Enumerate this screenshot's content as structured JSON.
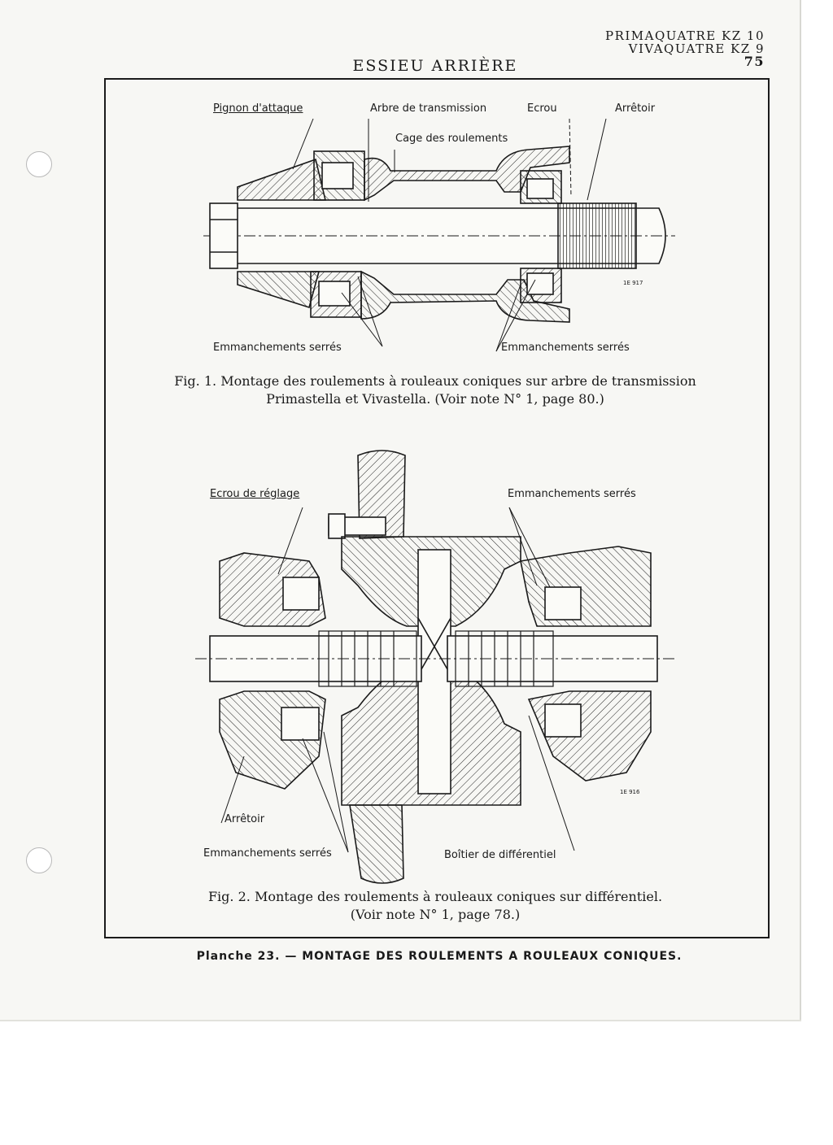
{
  "header": {
    "model_line_1": "PRIMAQUATRE KZ 10",
    "model_line_2": "VIVAQUATRE KZ 9",
    "page_number": "75",
    "section_title": "ESSIEU ARRIÈRE"
  },
  "figure1": {
    "labels": {
      "pignon": "Pignon d'attaque",
      "arbre": "Arbre de transmission",
      "ecrou": "Ecrou",
      "arretoir": "Arrêtoir",
      "cage": "Cage des roulements",
      "emm_left": "Emmanchements serrés",
      "emm_right": "Emmanchements serrés",
      "ref": "1E 917"
    },
    "caption_line_1": "Fig. 1. Montage des roulements à rouleaux coniques sur arbre de transmission",
    "caption_line_2": "Primastella et Vivastella. (Voir note N° 1, page 80.)"
  },
  "figure2": {
    "labels": {
      "ecrou_reglage": "Ecrou de réglage",
      "emm_top": "Emmanchements serrés",
      "arretoir": "Arrêtoir",
      "emm_bottom": "Emmanchements serrés",
      "boitier": "Boîtier de différentiel",
      "ref": "1E 916"
    },
    "caption_line_1": "Fig. 2. Montage des roulements à rouleaux coniques sur différentiel.",
    "caption_line_2": "(Voir note N° 1, page 78.)"
  },
  "plate_caption": "Planche 23. — MONTAGE DES ROULEMENTS A ROULEAUX CONIQUES."
}
